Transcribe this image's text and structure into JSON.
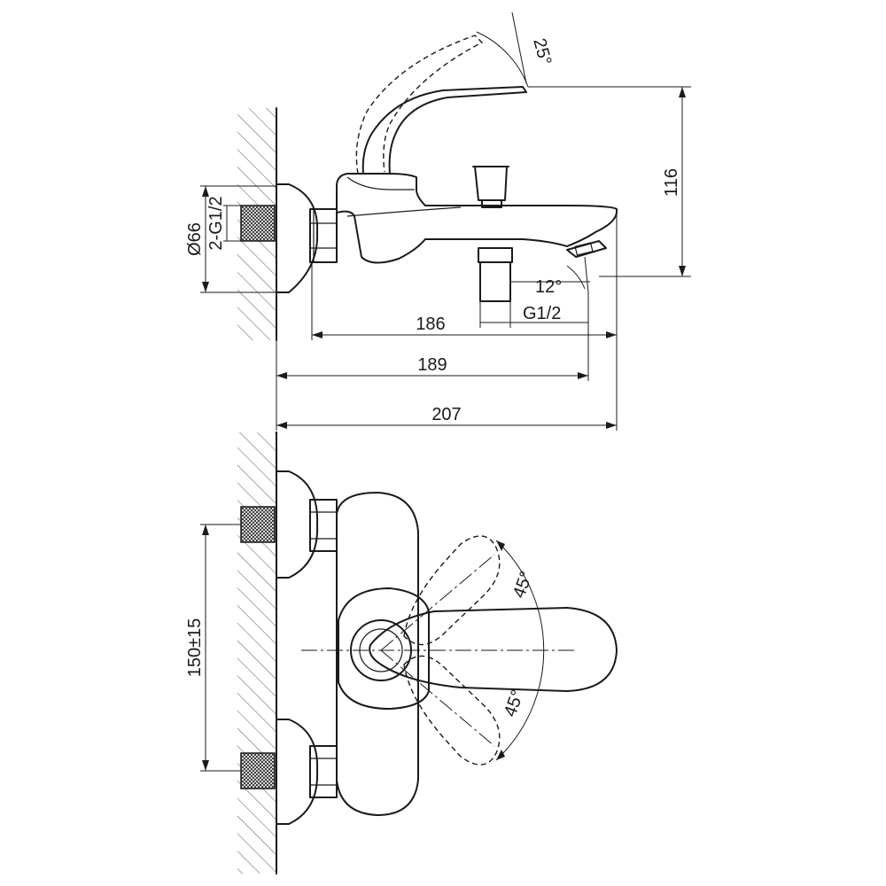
{
  "labels": {
    "angle_spout": "25°",
    "height": "116",
    "diameter": "Ø66",
    "connection": "2-G1/2",
    "angle_outlet": "12°",
    "outlet_thread": "G1/2",
    "len_186": "186",
    "len_189": "189",
    "len_207": "207",
    "centers": "150±15",
    "angle_up": "45°",
    "angle_down": "45°"
  },
  "colors": {
    "ink": "#1a1a1a",
    "hatch": "#555555",
    "paper": "#ffffff"
  }
}
